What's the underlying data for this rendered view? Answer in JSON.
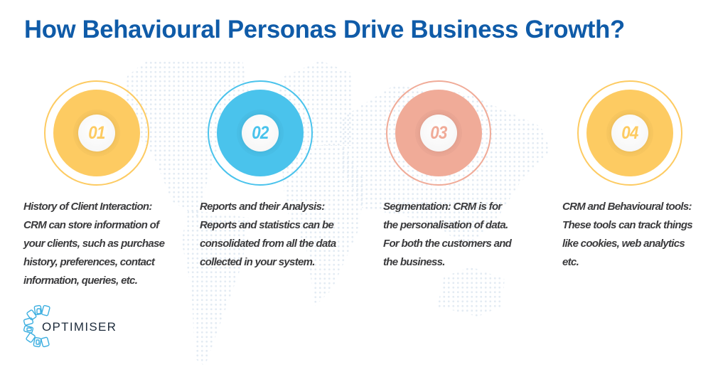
{
  "title": "How Behavioural Personas Drive Business Growth?",
  "colors": {
    "title": "#0f5ba8",
    "text": "#3b3b3d",
    "yellow": "#fdcb62",
    "blue": "#4ac3ec",
    "salmon": "#f0ab98",
    "logo_icon": "#3aaee0",
    "logo_text": "#1d2b3b"
  },
  "steps": [
    {
      "number": "01",
      "color": "#fdcb62",
      "lines": [
        "History of Client Interaction:",
        "CRM can store information of",
        "your clients, such as purchase",
        "history, preferences, contact",
        "information, queries, etc."
      ]
    },
    {
      "number": "02",
      "color": "#4ac3ec",
      "lines": [
        "Reports and their Analysis:",
        "Reports and statistics can be",
        "consolidated from all the data",
        "collected in your system."
      ]
    },
    {
      "number": "03",
      "color": "#f0ab98",
      "lines": [
        "Segmentation: CRM is for",
        "the personalisation of data.",
        "For both the customers and",
        "the business."
      ]
    },
    {
      "number": "04",
      "color": "#fdcb62",
      "lines": [
        "CRM and Behavioural tools:",
        "These tools can track things",
        "like cookies, web analytics",
        "etc."
      ]
    }
  ],
  "logo": {
    "text": "OPTIMISER",
    "icon": "optimiser-flower-icon"
  },
  "background": {
    "icon": "dotted-world-map"
  }
}
